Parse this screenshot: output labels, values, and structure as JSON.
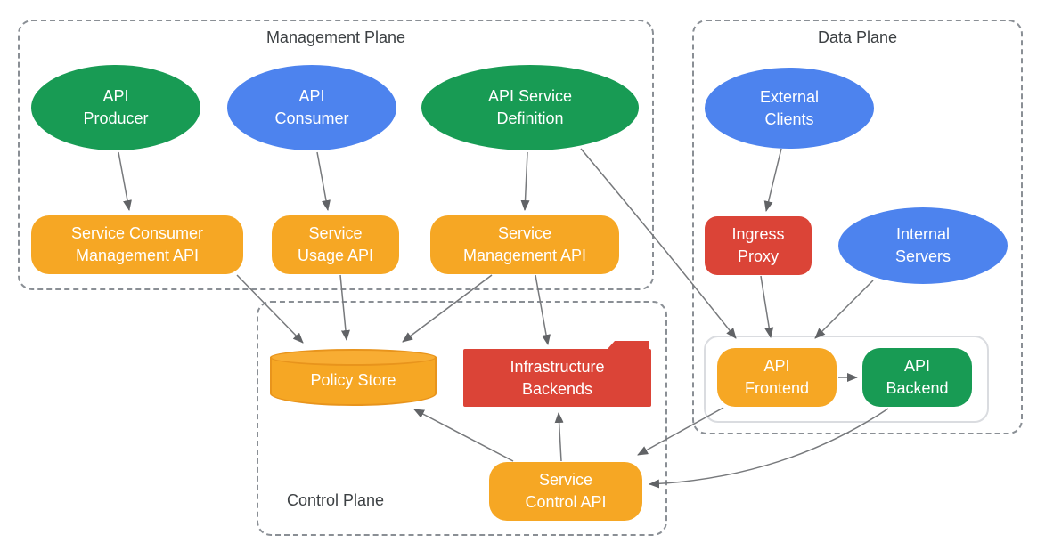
{
  "diagram_title": "API service infrastructure planes diagram",
  "colors": {
    "green": "#189b54",
    "blue": "#4d83ee",
    "orange": "#f6a724",
    "orange_stroke": "#e8941c",
    "red": "#db4437",
    "plane_border_gray": "#8a8f95",
    "inner_container_border": "#dadce0",
    "arrow_gray": "#77797c",
    "title_text": "#3c4043",
    "node_text": "#ffffff"
  },
  "planes": {
    "management": {
      "title": "Management Plane"
    },
    "data": {
      "title": "Data Plane"
    },
    "control": {
      "title": "Control Plane"
    }
  },
  "nodes": {
    "api_producer": {
      "label": "API\nProducer",
      "shape": "ellipse",
      "color": "green"
    },
    "api_consumer": {
      "label": "API\nConsumer",
      "shape": "ellipse",
      "color": "blue"
    },
    "api_service_definition": {
      "label": "API Service\nDefinition",
      "shape": "ellipse",
      "color": "green"
    },
    "external_clients": {
      "label": "External\nClients",
      "shape": "ellipse",
      "color": "blue"
    },
    "service_consumer_management_api": {
      "label": "Service Consumer\nManagement API",
      "shape": "rounded-rect",
      "color": "orange"
    },
    "service_usage_api": {
      "label": "Service\nUsage API",
      "shape": "rounded-rect",
      "color": "orange"
    },
    "service_management_api": {
      "label": "Service\nManagement API",
      "shape": "rounded-rect",
      "color": "orange"
    },
    "ingress_proxy": {
      "label": "Ingress\nProxy",
      "shape": "rounded-rect",
      "color": "red"
    },
    "internal_servers": {
      "label": "Internal\nServers",
      "shape": "ellipse",
      "color": "blue"
    },
    "policy_store": {
      "label": "Policy Store",
      "shape": "cylinder",
      "color": "orange"
    },
    "infrastructure_backends": {
      "label": "Infrastructure\nBackends",
      "shape": "folder",
      "color": "red"
    },
    "service_control_api": {
      "label": "Service\nControl API",
      "shape": "rounded-rect",
      "color": "orange"
    },
    "api_frontend": {
      "label": "API\nFrontend",
      "shape": "rounded-rect",
      "color": "orange"
    },
    "api_backend": {
      "label": "API\nBackend",
      "shape": "rounded-rect",
      "color": "green"
    }
  },
  "edges": [
    {
      "from": "api_producer",
      "to": "service_consumer_management_api"
    },
    {
      "from": "api_consumer",
      "to": "service_usage_api"
    },
    {
      "from": "api_service_definition",
      "to": "service_management_api"
    },
    {
      "from": "api_service_definition",
      "to": "api_frontend"
    },
    {
      "from": "external_clients",
      "to": "ingress_proxy"
    },
    {
      "from": "ingress_proxy",
      "to": "api_frontend"
    },
    {
      "from": "internal_servers",
      "to": "api_frontend"
    },
    {
      "from": "api_frontend",
      "to": "api_backend"
    },
    {
      "from": "service_consumer_management_api",
      "to": "policy_store"
    },
    {
      "from": "service_usage_api",
      "to": "policy_store"
    },
    {
      "from": "service_management_api",
      "to": "policy_store"
    },
    {
      "from": "service_management_api",
      "to": "infrastructure_backends"
    },
    {
      "from": "service_control_api",
      "to": "policy_store"
    },
    {
      "from": "service_control_api",
      "to": "infrastructure_backends"
    },
    {
      "from": "api_frontend",
      "to": "service_control_api"
    },
    {
      "from": "api_backend",
      "to": "service_control_api"
    }
  ]
}
